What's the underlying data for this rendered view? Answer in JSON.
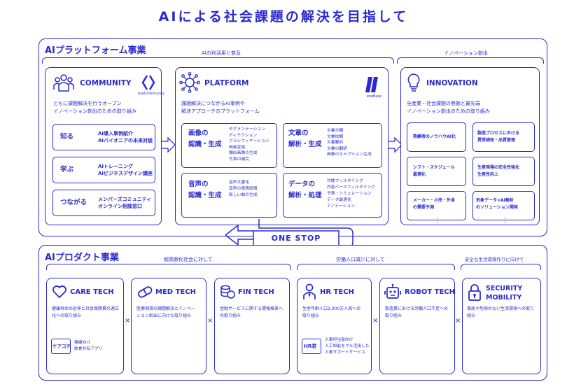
{
  "main_title": "AIによる社会課題の解決を目指して",
  "platform_section": {
    "title": "AIプラットフォーム事業",
    "label_left": "AIの利活用と普及",
    "label_right": "イノベーション創出",
    "community": {
      "title": "COMMUNITY",
      "logo_caption": "exeCommunity",
      "desc": [
        "ともに課題解決を行うオープン",
        "イノベーション創出のための取り組み"
      ],
      "rows": [
        {
          "label": "知る",
          "items": [
            "AI導入事例紹介",
            "AIバイオニアの未来対談"
          ]
        },
        {
          "label": "学ぶ",
          "items": [
            "AIトレーニング",
            "AIビジネスデザイン講座"
          ]
        },
        {
          "label": "つながる",
          "items": [
            "メンバーズコミュニティ",
            "オンライン相談窓口"
          ]
        }
      ]
    },
    "platform": {
      "title": "PLATFORM",
      "logo_caption": "exeBase",
      "desc": [
        "課題解決につながるAI事例や",
        "解決アプローチのプラットフォーム"
      ],
      "cells": [
        {
          "label": [
            "画像の",
            "認識・生成"
          ],
          "items": [
            "セグメンテーション",
            "ディテクション",
            "クラシフィケーション",
            "画風変換",
            "類似画像の生成",
            "写真の補完"
          ]
        },
        {
          "label": [
            "文章の",
            "解析・生成"
          ],
          "items": [
            "文書分類",
            "文書校閲",
            "文書要約",
            "文書の翻訳",
            "画像のキャプション生成"
          ]
        },
        {
          "label": [
            "音声の",
            "認識・生成"
          ],
          "items": [
            "音声文書化",
            "音声の感情認識",
            "新しい曲の生成"
          ]
        },
        {
          "label": [
            "データの",
            "解析・処理"
          ],
          "items": [
            "共論フィルタリング",
            "内容ベースフィルタリング",
            "予測・シミュレーション",
            "データ最適化",
            "アノテーション"
          ]
        }
      ]
    },
    "innovation": {
      "title": "INNOVATION",
      "desc": [
        "全産業・社会課題の発掘と最先端",
        "イノベーション創出のための取り組み"
      ],
      "cells": [
        [
          "熟練者のノウハウAI化"
        ],
        [
          "製造プロセスにおける",
          "異常検知・品質管理"
        ],
        [
          "シフト・スケジュール",
          "最適化"
        ],
        [
          "生産現場の安全性強化",
          "生産性向上"
        ],
        [
          "メーカー・小売・外食",
          "の需要予測"
        ],
        [
          "気象データ×AI解析",
          "のソリューション開発"
        ]
      ],
      "dots": "⋮"
    }
  },
  "one_stop": "ONE STOP",
  "product_section": {
    "title": "AIプロダクト事業",
    "label_1": "超高齢化社会に対して",
    "label_2": "労働人口減少に対して",
    "label_3": "安全な生活環境作りに向けて",
    "cross": "×",
    "products": [
      {
        "name": "CARE TECH",
        "icon": "heart-icon",
        "desc": [
          "健康寿命の延伸と社会保障費の適正",
          "化への取り組み"
        ],
        "sub_badge": "ケアコチ",
        "sub_text": [
          "健康向け",
          "飲食共有アプリ"
        ]
      },
      {
        "name": "MED TECH",
        "icon": "pill-icon",
        "desc": [
          "医療現場の課題解決とイノベー",
          "ション創出に向けた取り組み"
        ]
      },
      {
        "name": "FIN TECH",
        "icon": "coins-icon",
        "desc": [
          "金融サービスに関する情報格差へ",
          "の取り組み"
        ]
      },
      {
        "name": "HR TECH",
        "icon": "person-icon",
        "desc": [
          "生産年齢人口2,000万人減への",
          "取り組み"
        ],
        "sub_badge": "HR君",
        "sub_text": [
          "人事担当者向け",
          "人工知能をフル活用した",
          "人事サポートサービス"
        ]
      },
      {
        "name": "ROBOT TECH",
        "icon": "robot-icon",
        "desc": [
          "製造業における労働人口不足への",
          "取り組み"
        ]
      },
      {
        "name": "SECURITY MOBILITY",
        "name_lines": [
          "SECURITY",
          "MOBILITY"
        ],
        "icon": "lock-icon",
        "desc": [
          "事故や危険のない生活環境への取り",
          "組み"
        ]
      }
    ]
  }
}
